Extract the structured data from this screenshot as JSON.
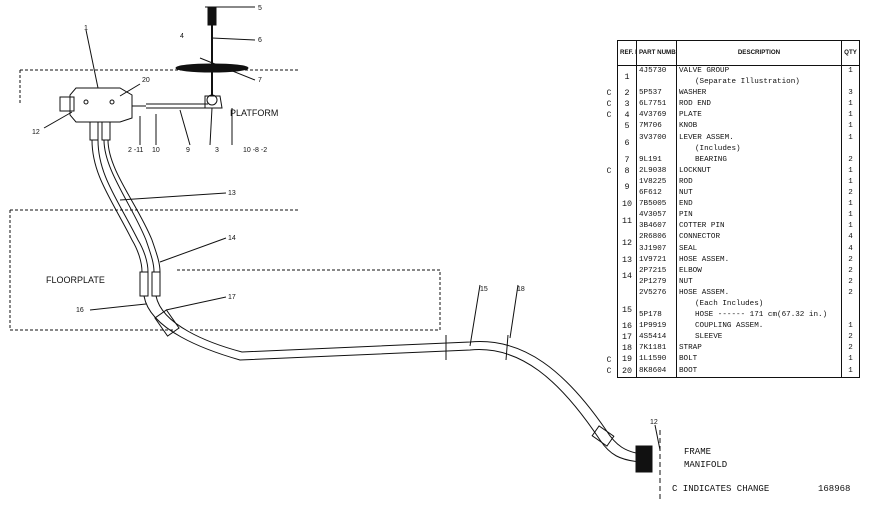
{
  "labels": {
    "platform": "PLATFORM",
    "floorplate": "FLOORPLATE",
    "frame_manifold": "FRAME\nMANIFOLD",
    "change_note": "C INDICATES CHANGE",
    "drawing_number": "168968"
  },
  "callouts": {
    "c1": "1",
    "c5": "5",
    "c4": "4",
    "c6": "6",
    "c7": "7",
    "c20": "20",
    "c12": "12",
    "c2_11": "2 -11",
    "c10": "10",
    "c9": "9",
    "c3": "3",
    "c10_8_2": "10 -8 -2",
    "c13": "13",
    "c14": "14",
    "c17": "17",
    "c16": "16",
    "c15": "15",
    "c18": "18",
    "c12b": "12"
  },
  "table": {
    "headers": [
      "REF. NO.",
      "PART NUMBER",
      "DESCRIPTION",
      "QTY"
    ],
    "rows": [
      {
        "ref": "1",
        "part": "4J5730",
        "desc": "VALVE GROUP",
        "qty": "1",
        "change": "",
        "rowspan": 2
      },
      {
        "ref": "",
        "part": "",
        "desc": "(Separate Illustration)",
        "qty": "",
        "change": "",
        "indent": true,
        "skipRef": true
      },
      {
        "ref": "2",
        "part": "5P537",
        "desc": "WASHER",
        "qty": "3",
        "change": "C"
      },
      {
        "ref": "3",
        "part": "6L7751",
        "desc": "ROD END",
        "qty": "1",
        "change": "C"
      },
      {
        "ref": "4",
        "part": "4V3769",
        "desc": "PLATE",
        "qty": "1",
        "change": "C"
      },
      {
        "ref": "5",
        "part": "7M706",
        "desc": "KNOB",
        "qty": "1",
        "change": ""
      },
      {
        "ref": "6",
        "part": "3V3700",
        "desc": "LEVER ASSEM.",
        "qty": "1",
        "change": "",
        "rowspan": 2
      },
      {
        "ref": "",
        "part": "",
        "desc": "(Includes)",
        "qty": "",
        "change": "",
        "indent": true,
        "skipRef": true
      },
      {
        "ref": "7",
        "part": "9L191",
        "desc": "BEARING",
        "qty": "2",
        "change": "",
        "indent": true
      },
      {
        "ref": "8",
        "part": "2L9038",
        "desc": "LOCKNUT",
        "qty": "1",
        "change": "C"
      },
      {
        "ref": "9",
        "part": "1V8225",
        "desc": "ROD",
        "qty": "1",
        "change": "",
        "rowspan": 2
      },
      {
        "ref": "",
        "part": "6F612",
        "desc": "NUT",
        "qty": "2",
        "change": "",
        "skipRef": true
      },
      {
        "ref": "10",
        "part": "7B5005",
        "desc": "END",
        "qty": "1",
        "change": ""
      },
      {
        "ref": "11",
        "part": "4V3057",
        "desc": "PIN",
        "qty": "1",
        "change": "",
        "rowspan": 2
      },
      {
        "ref": "",
        "part": "3B4607",
        "desc": "COTTER PIN",
        "qty": "1",
        "change": "",
        "skipRef": true
      },
      {
        "ref": "12",
        "part": "2R6806",
        "desc": "CONNECTOR",
        "qty": "4",
        "change": "",
        "rowspan": 2
      },
      {
        "ref": "",
        "part": "3J1907",
        "desc": "SEAL",
        "qty": "4",
        "change": "",
        "skipRef": true
      },
      {
        "ref": "13",
        "part": "1V9721",
        "desc": "HOSE ASSEM.",
        "qty": "2",
        "change": ""
      },
      {
        "ref": "14",
        "part": "2P7215",
        "desc": "ELBOW",
        "qty": "2",
        "change": "",
        "rowspan": 2
      },
      {
        "ref": "",
        "part": "2P1279",
        "desc": "NUT",
        "qty": "2",
        "change": "",
        "skipRef": true
      },
      {
        "ref": "",
        "part": "2V5276",
        "desc": "HOSE ASSEM.",
        "qty": "2",
        "change": "",
        "rowspan": 1
      },
      {
        "ref": "15",
        "part": "",
        "desc": "(Each Includes)",
        "qty": "",
        "change": "",
        "indent": true,
        "rowspan": 2
      },
      {
        "ref": "",
        "part": "5P178",
        "desc": "HOSE ------ 171 cm(67.32 in.)",
        "qty": "",
        "change": "",
        "indent": true,
        "skipRef": true
      },
      {
        "ref": "16",
        "part": "1P9919",
        "desc": "COUPLING ASSEM.",
        "qty": "1",
        "change": "",
        "indent": true
      },
      {
        "ref": "17",
        "part": "4S5414",
        "desc": "SLEEVE",
        "qty": "2",
        "change": "",
        "indent": true
      },
      {
        "ref": "18",
        "part": "7K1181",
        "desc": "STRAP",
        "qty": "2",
        "change": ""
      },
      {
        "ref": "19",
        "part": "1L1590",
        "desc": "BOLT",
        "qty": "1",
        "change": "C"
      },
      {
        "ref": "20",
        "part": "8K8604",
        "desc": "BOOT",
        "qty": "1",
        "change": "C"
      }
    ]
  }
}
